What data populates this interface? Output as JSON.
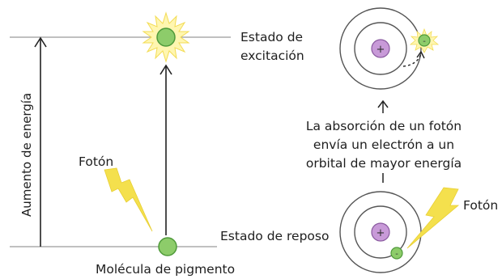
{
  "labels": {
    "excited_state_line1": "Estado de",
    "excited_state_line2": "excitación",
    "energy_axis": "Aumento de energía",
    "photon_left": "Fotón",
    "ground_state": "Estado de reposo",
    "pigment_molecule": "Molécula de pigmento",
    "absorption_line1": "La absorción de un fotón",
    "absorption_line2": "envía un electrón a un",
    "absorption_line3": "orbital de mayor energía",
    "photon_right": "Fotón",
    "nucleus_sign": "+",
    "electron_sign": "-"
  },
  "colors": {
    "line": "#222222",
    "level_line": "#9a9a9a",
    "molecule_fill": "#8dcc6a",
    "molecule_stroke": "#4f9a3a",
    "sun_glow": "#fff4a0",
    "sun_ray": "#f7e062",
    "lightning": "#f4e04d",
    "nucleus_fill": "#c89ad8",
    "nucleus_stroke": "#8a5aa0",
    "orbit": "#555555"
  },
  "icons": [
    "lightning-bolt-icon",
    "starburst-icon"
  ]
}
